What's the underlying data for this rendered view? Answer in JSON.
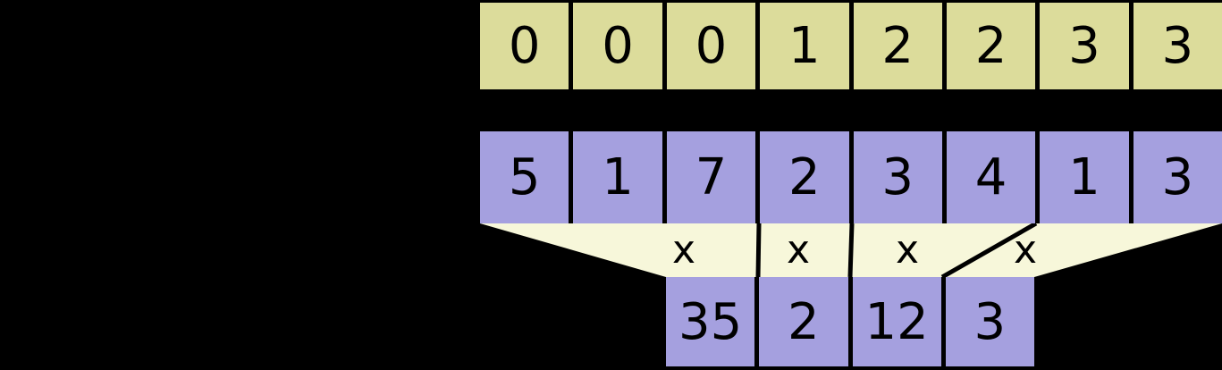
{
  "colors": {
    "background": "#000000",
    "key_cell": "#dcdc9b",
    "value_cell": "#a5a0df",
    "result_cell": "#a5a0df",
    "funnel": "#f7f7da",
    "border": "#000000",
    "text": "#000000"
  },
  "key_row": {
    "values": [
      "0",
      "0",
      "0",
      "1",
      "2",
      "2",
      "3",
      "3"
    ]
  },
  "value_row": {
    "values": [
      "5",
      "1",
      "7",
      "2",
      "3",
      "4",
      "1",
      "3"
    ]
  },
  "operators": [
    "x",
    "x",
    "x",
    "x"
  ],
  "result_row": {
    "values": [
      "35",
      "2",
      "12",
      "3"
    ]
  }
}
